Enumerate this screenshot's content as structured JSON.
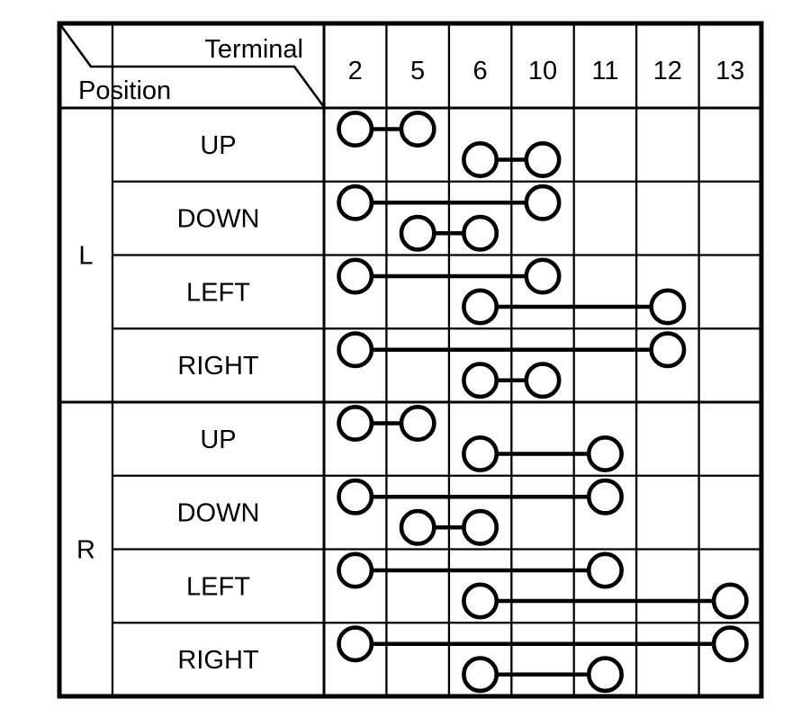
{
  "diagram": {
    "corner": {
      "top_label": "Terminal",
      "bottom_label": "Position"
    },
    "terminals": [
      "2",
      "5",
      "6",
      "10",
      "11",
      "12",
      "13"
    ],
    "groups": [
      {
        "label": "L",
        "rows": [
          {
            "position": "UP",
            "connections": [
              {
                "level": "upper",
                "terminals": [
                  "2",
                  "5"
                ]
              },
              {
                "level": "lower",
                "terminals": [
                  "6",
                  "10"
                ]
              }
            ]
          },
          {
            "position": "DOWN",
            "connections": [
              {
                "level": "upper",
                "terminals": [
                  "2",
                  "10"
                ]
              },
              {
                "level": "lower",
                "terminals": [
                  "5",
                  "6"
                ]
              }
            ]
          },
          {
            "position": "LEFT",
            "connections": [
              {
                "level": "upper",
                "terminals": [
                  "2",
                  "10"
                ]
              },
              {
                "level": "lower",
                "terminals": [
                  "6",
                  "12"
                ]
              }
            ]
          },
          {
            "position": "RIGHT",
            "connections": [
              {
                "level": "upper",
                "terminals": [
                  "2",
                  "12"
                ]
              },
              {
                "level": "lower",
                "terminals": [
                  "6",
                  "10"
                ]
              }
            ]
          }
        ]
      },
      {
        "label": "R",
        "rows": [
          {
            "position": "UP",
            "connections": [
              {
                "level": "upper",
                "terminals": [
                  "2",
                  "5"
                ]
              },
              {
                "level": "lower",
                "terminals": [
                  "6",
                  "11"
                ]
              }
            ]
          },
          {
            "position": "DOWN",
            "connections": [
              {
                "level": "upper",
                "terminals": [
                  "2",
                  "11"
                ]
              },
              {
                "level": "lower",
                "terminals": [
                  "5",
                  "6"
                ]
              }
            ]
          },
          {
            "position": "LEFT",
            "connections": [
              {
                "level": "upper",
                "terminals": [
                  "2",
                  "11"
                ]
              },
              {
                "level": "lower",
                "terminals": [
                  "6",
                  "13"
                ]
              }
            ]
          },
          {
            "position": "RIGHT",
            "connections": [
              {
                "level": "upper",
                "terminals": [
                  "2",
                  "13"
                ]
              },
              {
                "level": "lower",
                "terminals": [
                  "6",
                  "11"
                ]
              }
            ]
          }
        ]
      }
    ],
    "colors": {
      "ink": "#000000",
      "background": "#ffffff"
    }
  }
}
